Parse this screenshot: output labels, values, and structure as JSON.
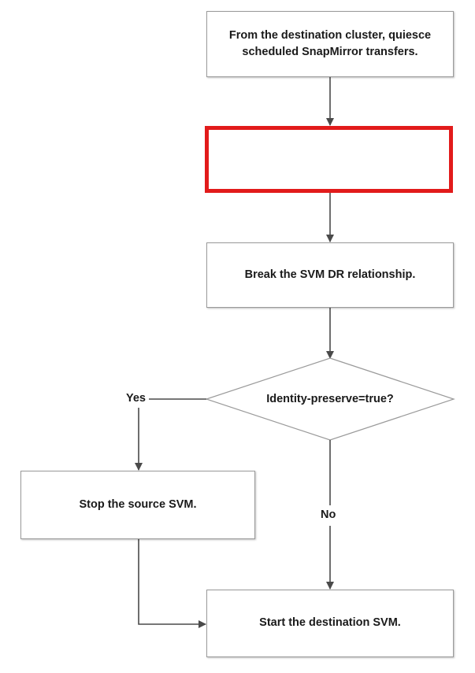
{
  "colors": {
    "line": "#4a4a4a",
    "box_border": "#9a9a9a",
    "highlight": "#e21b1b",
    "text": "#1a1a1a"
  },
  "flowchart": {
    "step_quiesce": {
      "line1": "From the destination cluster, quiesce",
      "line2": "scheduled SnapMirror transfers."
    },
    "step_missing": "",
    "step_break": "Break the SVM DR relationship.",
    "decision": "Identity-preserve=true?",
    "yes_label": "Yes",
    "no_label": "No",
    "step_stop": "Stop the source SVM.",
    "step_start": "Start the destination SVM."
  }
}
